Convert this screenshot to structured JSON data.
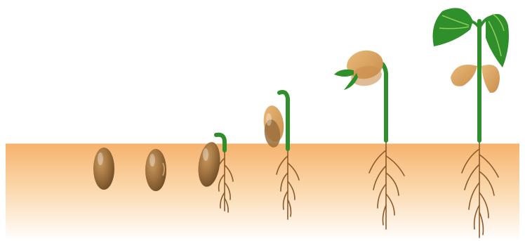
{
  "colors": {
    "background": "#ffffff",
    "soil_top": "#f6b36e",
    "soil_mid": "#fbd7ab",
    "soil_bottom": "#ffffff",
    "seed_dark": "#6b4a26",
    "seed_mid": "#9b6e3c",
    "seed_light": "#c9995f",
    "cotyledon": "#e9b978",
    "cotyledon_shade": "#c98f4e",
    "stem": "#2f8f2a",
    "leaf": "#2f8f2a",
    "leaf_light": "#8fcf5a",
    "root": "#8a5a2e"
  },
  "stages": [
    {
      "name": "seed",
      "shows": [
        "seed"
      ]
    },
    {
      "name": "swollen-seed",
      "shows": [
        "seed"
      ]
    },
    {
      "name": "germinating-seed",
      "shows": [
        "seed",
        "shoot-hook",
        "roots"
      ]
    },
    {
      "name": "emerging-seedling",
      "shows": [
        "cotyledons",
        "stem",
        "roots"
      ]
    },
    {
      "name": "unfolding-seedling",
      "shows": [
        "cotyledons",
        "first-leaves",
        "stem",
        "roots"
      ]
    },
    {
      "name": "young-plant",
      "shows": [
        "true-leaves",
        "cotyledons",
        "stem",
        "roots"
      ]
    }
  ]
}
